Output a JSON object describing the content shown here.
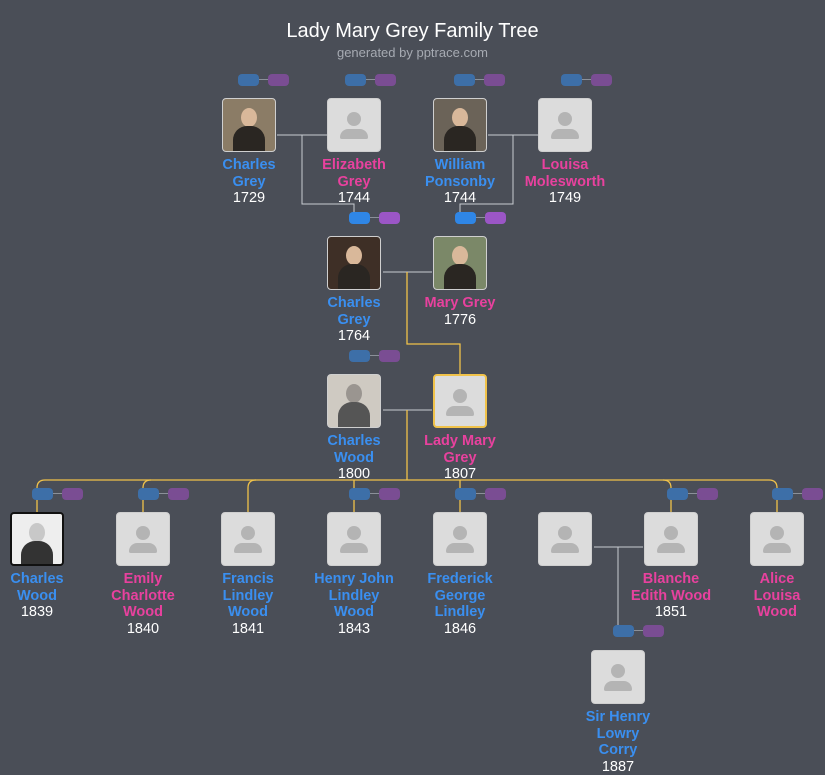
{
  "header": {
    "title": "Lady Mary Grey Family Tree",
    "subtitle": "generated by pptrace.com"
  },
  "people": {
    "charles_grey_1729": {
      "name_lines": [
        "Charles",
        "Grey"
      ],
      "year": "1729",
      "gender": "male"
    },
    "elizabeth_grey": {
      "name_lines": [
        "Elizabeth",
        "Grey"
      ],
      "year": "1744",
      "gender": "female"
    },
    "william_ponsonby": {
      "name_lines": [
        "William",
        "Ponsonby"
      ],
      "year": "1744",
      "gender": "male"
    },
    "louisa_molesworth": {
      "name_lines": [
        "Louisa",
        "Molesworth"
      ],
      "year": "1749",
      "gender": "female"
    },
    "charles_grey_1764": {
      "name_lines": [
        "Charles",
        "Grey"
      ],
      "year": "1764",
      "gender": "male"
    },
    "mary_grey": {
      "name_lines": [
        "Mary Grey"
      ],
      "year": "1776",
      "gender": "female"
    },
    "charles_wood_1800": {
      "name_lines": [
        "Charles",
        "Wood"
      ],
      "year": "1800",
      "gender": "male"
    },
    "lady_mary_grey": {
      "name_lines": [
        "Lady Mary",
        "Grey"
      ],
      "year": "1807",
      "gender": "female"
    },
    "charles_wood_1839": {
      "name_lines": [
        "Charles",
        "Wood"
      ],
      "year": "1839",
      "gender": "male"
    },
    "emily_charlotte_wood": {
      "name_lines": [
        "Emily",
        "Charlotte",
        "Wood"
      ],
      "year": "1840",
      "gender": "female"
    },
    "francis_lindley_wood": {
      "name_lines": [
        "Francis",
        "Lindley",
        "Wood"
      ],
      "year": "1841",
      "gender": "male"
    },
    "henry_john_lindley_wood": {
      "name_lines": [
        "Henry John",
        "Lindley",
        "Wood"
      ],
      "year": "1843",
      "gender": "male"
    },
    "frederick_george_lindley": {
      "name_lines": [
        "Frederick",
        "George",
        "Lindley"
      ],
      "year": "1846",
      "gender": "male"
    },
    "blanche_edith_wood": {
      "name_lines": [
        "Blanche",
        "Edith Wood"
      ],
      "year": "1851",
      "gender": "female"
    },
    "alice_louisa_wood": {
      "name_lines": [
        "Alice",
        "Louisa",
        "Wood"
      ],
      "year": "",
      "gender": "female"
    },
    "sir_henry_lowry_corry": {
      "name_lines": [
        "Sir Henry",
        "Lowry",
        "Corry"
      ],
      "year": "1887",
      "gender": "male"
    }
  },
  "colors": {
    "background": "#4a4e57",
    "male": "#3a8ff0",
    "female": "#e8419e",
    "focus_highlight": "#f0c24a",
    "connector": "#c8ccd2"
  },
  "icons": {
    "placeholder": "person-silhouette-icon",
    "parents_button": "expand-parents-icon",
    "children_button": "expand-children-icon"
  }
}
